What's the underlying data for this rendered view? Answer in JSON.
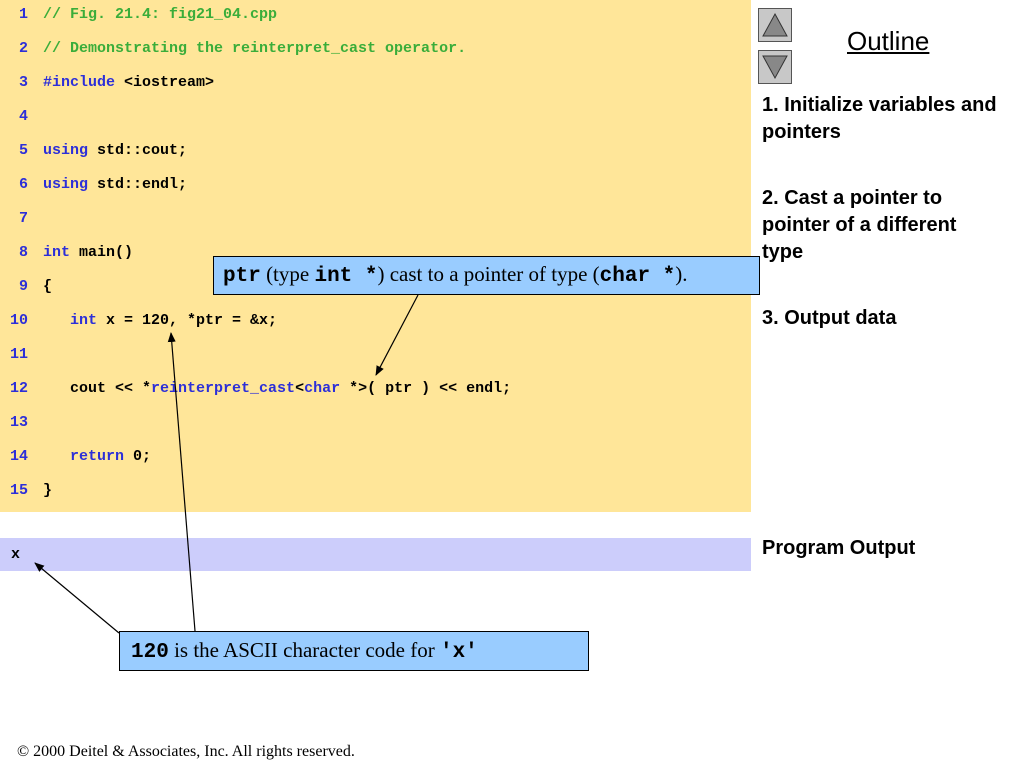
{
  "code": {
    "lines": [
      {
        "num": "1",
        "parts": [
          {
            "t": "// Fig. 21.4: fig21_04.cpp",
            "c": "cmt"
          }
        ]
      },
      {
        "num": "2",
        "parts": [
          {
            "t": "// Demonstrating the reinterpret_cast operator.",
            "c": "cmt"
          }
        ]
      },
      {
        "num": "3",
        "parts": [
          {
            "t": "#include",
            "c": "kw"
          },
          {
            "t": " <iostream>",
            "c": ""
          }
        ]
      },
      {
        "num": "4",
        "parts": []
      },
      {
        "num": "5",
        "parts": [
          {
            "t": "using",
            "c": "kw"
          },
          {
            "t": " std::cout;",
            "c": ""
          }
        ]
      },
      {
        "num": "6",
        "parts": [
          {
            "t": "using",
            "c": "kw"
          },
          {
            "t": " std::endl;",
            "c": ""
          }
        ]
      },
      {
        "num": "7",
        "parts": []
      },
      {
        "num": "8",
        "parts": [
          {
            "t": "int",
            "c": "kw"
          },
          {
            "t": " main()",
            "c": ""
          }
        ]
      },
      {
        "num": "9",
        "parts": [
          {
            "t": "{",
            "c": ""
          }
        ]
      },
      {
        "num": "10",
        "parts": [
          {
            "t": "   ",
            "c": ""
          },
          {
            "t": "int",
            "c": "kw"
          },
          {
            "t": " x = 120, *ptr = &x;",
            "c": ""
          }
        ]
      },
      {
        "num": "11",
        "parts": []
      },
      {
        "num": "12",
        "parts": [
          {
            "t": "   cout << *",
            "c": ""
          },
          {
            "t": "reinterpret_cast",
            "c": "kw"
          },
          {
            "t": "<",
            "c": ""
          },
          {
            "t": "char",
            "c": "kw"
          },
          {
            "t": " *>( ptr ) << endl;",
            "c": ""
          }
        ]
      },
      {
        "num": "13",
        "parts": []
      },
      {
        "num": "14",
        "parts": [
          {
            "t": "   ",
            "c": ""
          },
          {
            "t": "return",
            "c": "kw"
          },
          {
            "t": " 0;",
            "c": ""
          }
        ]
      },
      {
        "num": "15",
        "parts": [
          {
            "t": "}",
            "c": ""
          }
        ]
      }
    ]
  },
  "output": {
    "text": "x"
  },
  "outline": {
    "title": "Outline",
    "items": [
      "1. Initialize variables and pointers",
      "2. Cast a pointer to pointer of a different type",
      "3. Output data"
    ],
    "program_output": "Program Output"
  },
  "nav": {
    "up_icon": "triangle-up-icon",
    "down_icon": "triangle-down-icon"
  },
  "callout1": {
    "p1": "ptr",
    "p2": " (type ",
    "p3": "int *",
    "p4": ") cast to a pointer of type (",
    "p5": "char *",
    "p6": ")."
  },
  "callout2": {
    "p1": "120",
    "p2": " is the ASCII character code for ",
    "p3": "'x'"
  },
  "copyright": "© 2000 Deitel & Associates, Inc.  All rights reserved.",
  "colors": {
    "code_bg": "#ffe699",
    "output_bg": "#cccdfb",
    "callout_bg": "#99ccff",
    "keyword": "#2d2fd8",
    "comment": "#3aad3a"
  }
}
